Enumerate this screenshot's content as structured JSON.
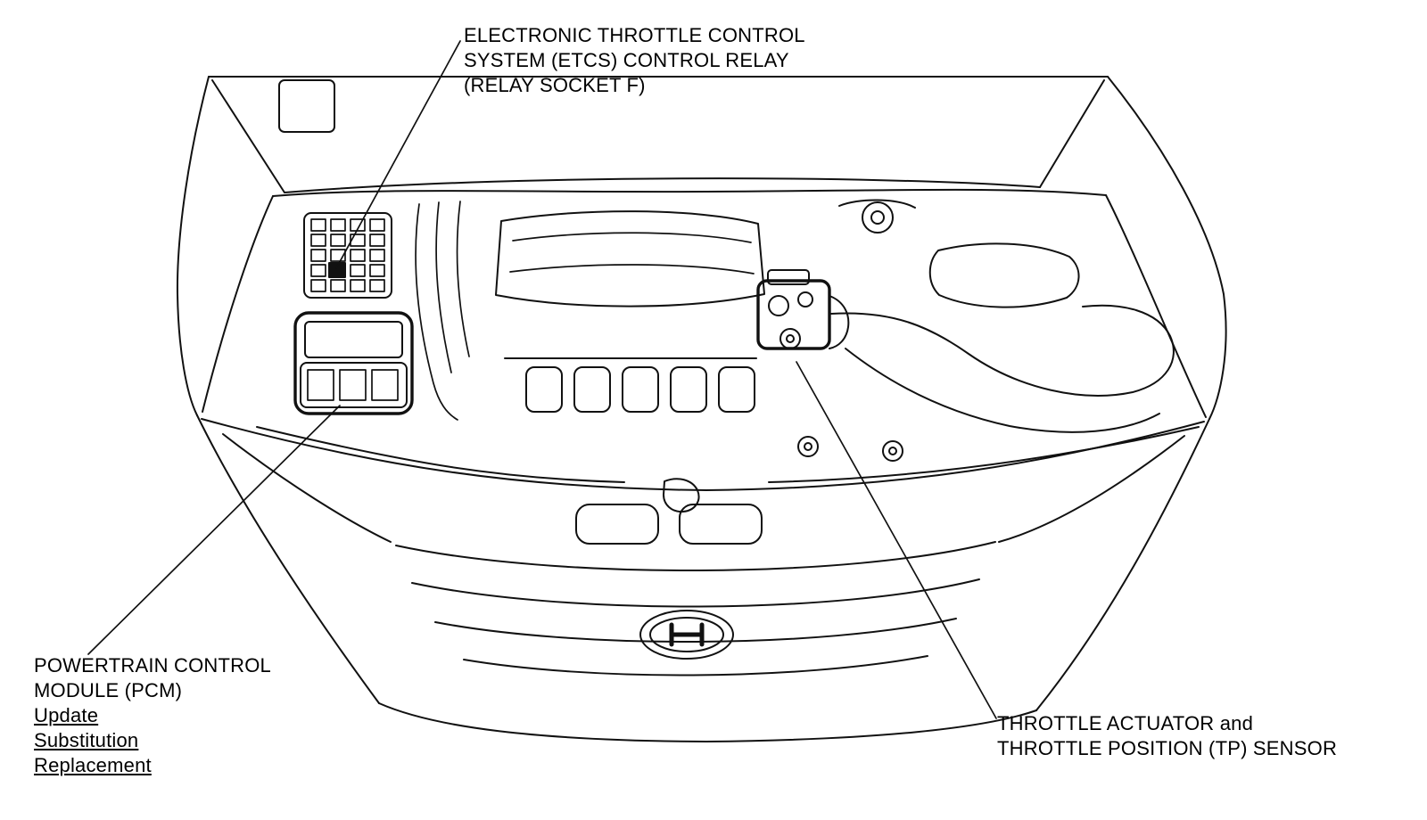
{
  "page": {
    "background_color": "#ffffff",
    "line_color": "#111111"
  },
  "callouts": {
    "etcs_relay": {
      "lines": [
        "ELECTRONIC THROTTLE CONTROL",
        "SYSTEM (ETCS) CONTROL RELAY",
        "(RELAY SOCKET F)"
      ]
    },
    "pcm": {
      "lines": [
        "POWERTRAIN CONTROL",
        "MODULE (PCM)"
      ],
      "links": [
        "Update",
        "Substitution",
        "Replacement"
      ]
    },
    "throttle_sensor": {
      "lines": [
        "THROTTLE ACTUATOR and",
        "THROTTLE POSITION (TP) SENSOR"
      ]
    }
  }
}
